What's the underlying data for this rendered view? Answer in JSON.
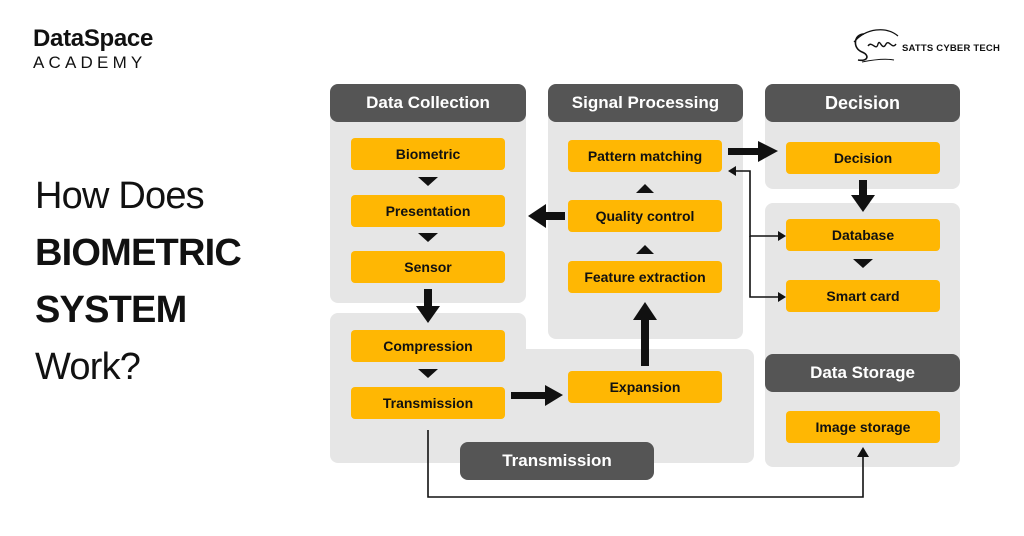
{
  "logo": {
    "line1": "DataSpace",
    "line2": "ACADEMY"
  },
  "partner": {
    "name": "SATTS CYBER TECH"
  },
  "headline": {
    "line1": "How Does",
    "line2": "BIOMETRIC",
    "line3": "SYSTEM",
    "line4": "Work?"
  },
  "sections": {
    "data_collection": "Data Collection",
    "signal_processing": "Signal Processing",
    "decision": "Decision",
    "data_storage": "Data Storage",
    "transmission": "Transmission"
  },
  "nodes": {
    "biometric": "Biometric",
    "presentation": "Presentation",
    "sensor": "Sensor",
    "compression": "Compression",
    "transmission": "Transmission",
    "expansion": "Expansion",
    "feature_extraction": "Feature extraction",
    "quality_control": "Quality control",
    "pattern_matching": "Pattern matching",
    "decision": "Decision",
    "database": "Database",
    "smart_card": "Smart card",
    "image_storage": "Image storage"
  }
}
